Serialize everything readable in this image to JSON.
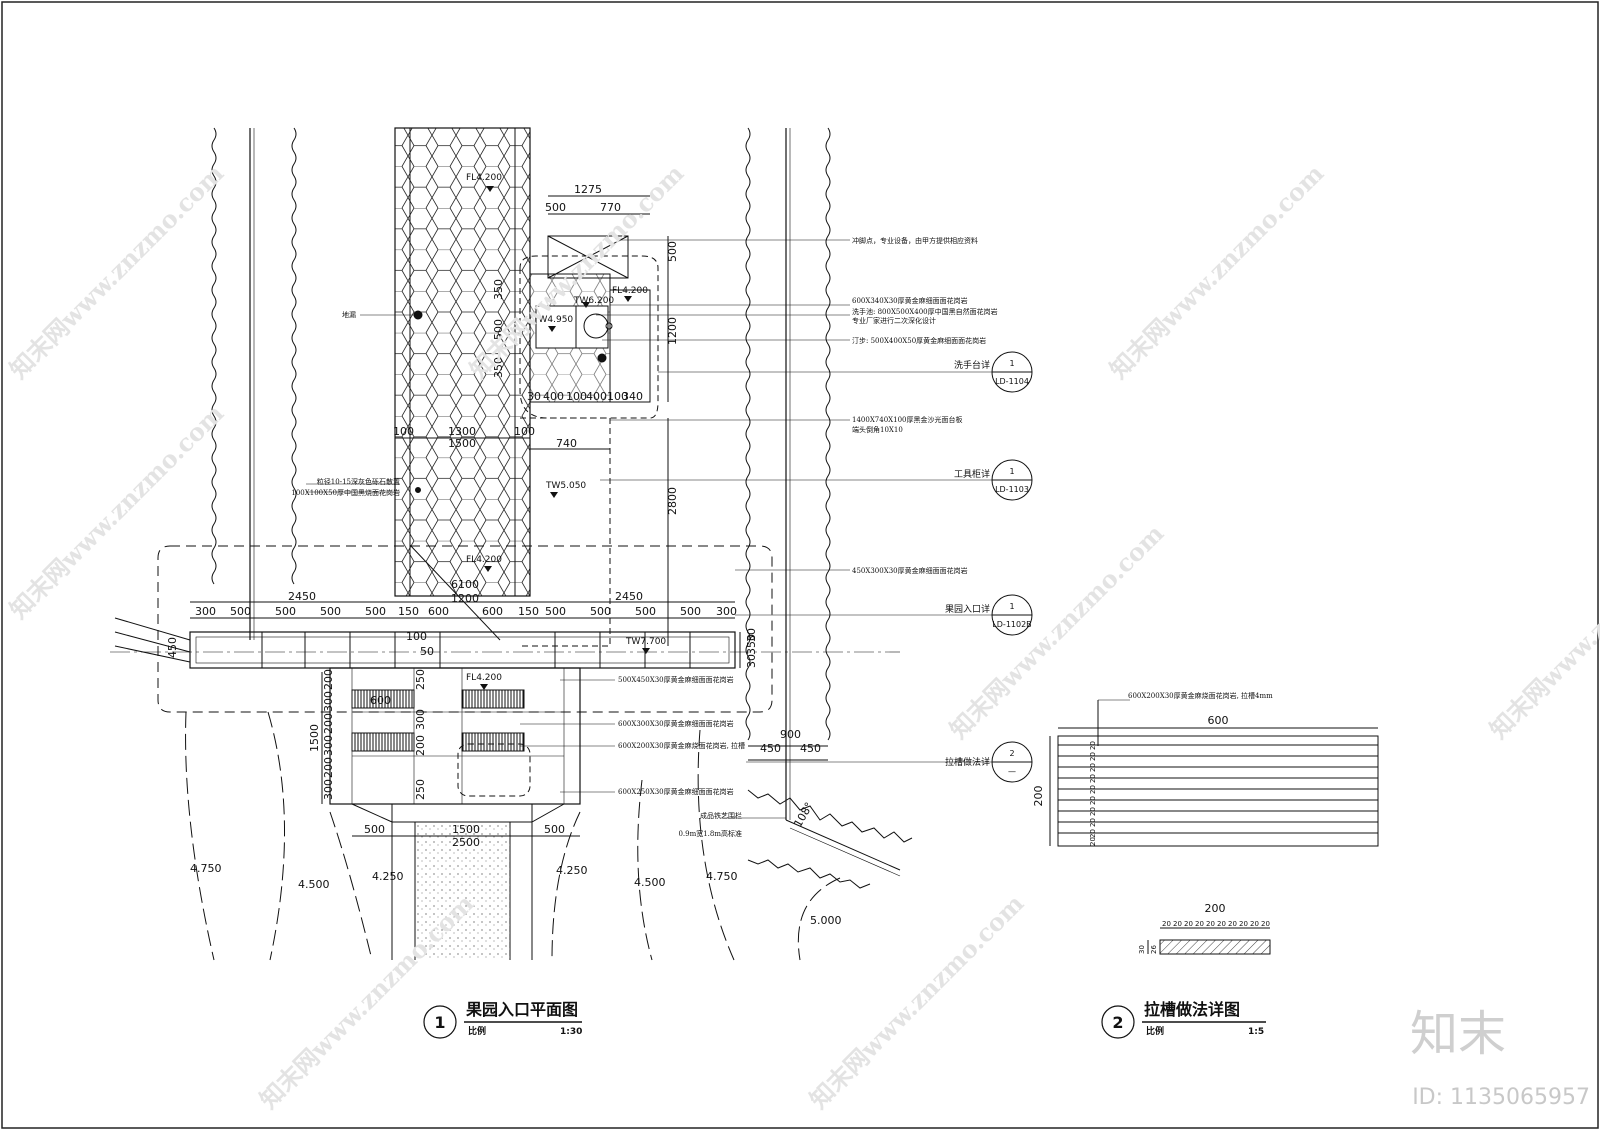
{
  "plan": {
    "title": "果园入口平面图",
    "number": "1",
    "scale_label": "比例",
    "scale": "1:30",
    "dims_top": [
      "1275",
      "500",
      "770",
      "500",
      "1200",
      "350",
      "500",
      "350"
    ],
    "dims_sink": [
      "30",
      "400",
      "100",
      "400",
      "100",
      "340"
    ],
    "dims_path": [
      "100",
      "1300",
      "1500",
      "100",
      "740",
      "2800"
    ],
    "dims_main": [
      "2450",
      "6100",
      "1200",
      "2450"
    ],
    "dims_strip": [
      "300",
      "500",
      "500",
      "500",
      "500",
      "150",
      "600",
      "600",
      "150",
      "500",
      "500",
      "500",
      "500",
      "300"
    ],
    "dims_side": [
      "450",
      "30",
      "30",
      "350",
      "100",
      "50"
    ],
    "dims_steps_left": [
      "200",
      "300",
      "200",
      "300",
      "200",
      "300",
      "1500"
    ],
    "dims_steps_mid": [
      "250",
      "300",
      "200",
      "250"
    ],
    "dims_steps_top": [
      "600"
    ],
    "dims_bottom": [
      "500",
      "1500",
      "2500",
      "500"
    ],
    "dims_right": [
      "900",
      "450",
      "450",
      "108°"
    ],
    "elevations": [
      "FL4.200",
      "TW4.950",
      "TW6.200",
      "FL4.200",
      "TW5.050",
      "FL4.200",
      "TW7.700",
      "FL4.200"
    ],
    "contours": [
      "4.750",
      "4.500",
      "4.250",
      "4.250",
      "4.500",
      "4.750",
      "5.000"
    ],
    "notes": {
      "drain": "地漏",
      "gravel": "粒径10-15深灰色砾石散置",
      "paver": "100X100X50厚中国黑烧面花岗岩",
      "foot_wash": "冲脚点，专业设备，由甲方提供相应资料",
      "stone_a": "600X340X30厚黄金麻细面面花岗岩",
      "basin": "洗手池: 800X500X400厚中国黑自然面花岗岩",
      "basin_note": "专业厂家进行二次深化设计",
      "step_stone": "汀步: 500X400X50厚黄金麻细面面花岗岩",
      "counter": "1400X740X100厚黑金沙光面台板",
      "counter_note": "端头倒角10X10",
      "stone_b": "450X300X30厚黄金麻细面面花岗岩",
      "stone_c": "500X450X30厚黄金麻细面面花岗岩",
      "stone_d": "600X300X30厚黄金麻细面面花岗岩",
      "stone_e": "600X200X30厚黄金麻烧面花岗岩, 拉槽",
      "stone_f": "600X250X30厚黄金麻细面面花岗岩",
      "fence": "成品铁艺围栏",
      "fence_size": "0.9m宽1.8m高标准"
    },
    "refs": [
      {
        "label": "洗手台详",
        "num": "1",
        "sheet": "LD-1104"
      },
      {
        "label": "工具柜详",
        "num": "1",
        "sheet": "LD-1103"
      },
      {
        "label": "果园入口详",
        "num": "1",
        "sheet": "LD-1102B"
      },
      {
        "label": "拉槽做法详",
        "num": "2",
        "sheet": "—"
      }
    ]
  },
  "detail": {
    "title": "拉槽做法详图",
    "number": "2",
    "scale_label": "比例",
    "scale": "1:5",
    "note": "600X200X30厚黄金麻烧面花岗岩, 拉槽4mm",
    "dim_width": "600",
    "dim_height": "200",
    "section_width": "200",
    "groove_dims": [
      "20",
      "20",
      "20",
      "20",
      "20",
      "20",
      "20",
      "20",
      "20",
      "20"
    ],
    "section_dims": [
      "30",
      "26"
    ]
  },
  "watermark": {
    "site": "知末网www.znzmo.com",
    "logo": "知末",
    "id": "ID: 1135065957"
  }
}
